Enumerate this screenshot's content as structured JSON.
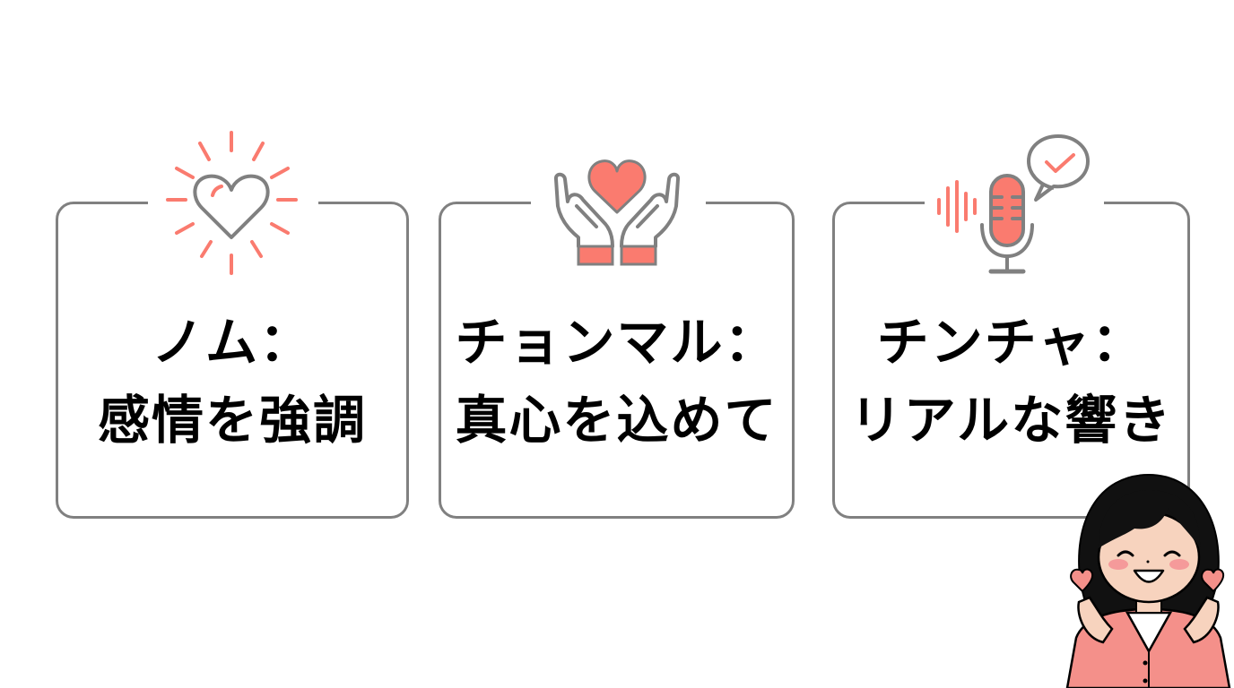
{
  "colors": {
    "accent": "#FA7B6F",
    "outline": "#808080",
    "text": "#000000",
    "background": "#FFFFFF",
    "cardigan": "#F4908A"
  },
  "cards": [
    {
      "icon": "radiant-heart-icon",
      "line1": "ノム：",
      "line2": "感情を強調"
    },
    {
      "icon": "hands-holding-heart-icon",
      "line1": "チョンマル：",
      "line2": "真心を込めて"
    },
    {
      "icon": "microphone-check-icon",
      "line1": "チンチャ：",
      "line2": "リアルな響き"
    }
  ],
  "character": {
    "icon": "girl-finger-heart-icon"
  }
}
